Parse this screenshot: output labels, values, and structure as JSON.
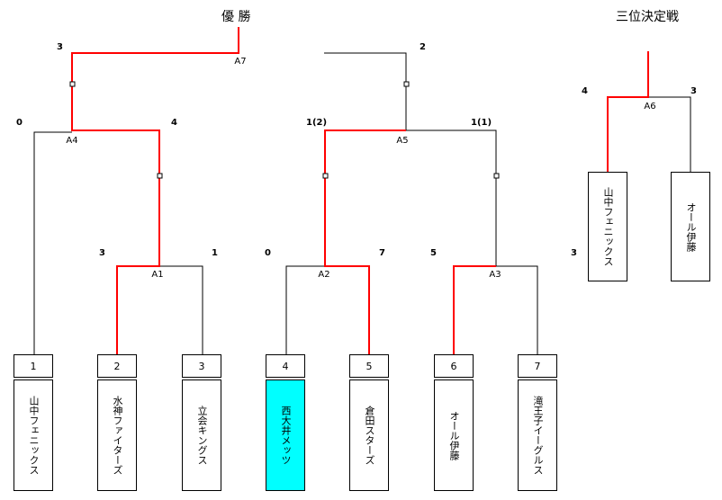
{
  "titles": {
    "main": "優 勝",
    "third": "三位決定戦"
  },
  "colors": {
    "winner_line": "#ff0000",
    "highlight": "#00ffff"
  },
  "teams": [
    {
      "num": "1",
      "name": "山中フェニックス",
      "highlight": false
    },
    {
      "num": "2",
      "name": "水神ファイターズ",
      "highlight": false
    },
    {
      "num": "3",
      "name": "立会キングス",
      "highlight": false
    },
    {
      "num": "4",
      "name": "西大井メッツ",
      "highlight": true
    },
    {
      "num": "5",
      "name": "倉田スターズ",
      "highlight": false
    },
    {
      "num": "6",
      "name": "オール伊藤",
      "highlight": false
    },
    {
      "num": "7",
      "name": "滝王子イーグルス",
      "highlight": false
    }
  ],
  "matches": {
    "A1": {
      "label": "A1",
      "left": "3",
      "right": "1"
    },
    "A2": {
      "label": "A2",
      "left": "0",
      "right": "7"
    },
    "A3": {
      "label": "A3",
      "left": "5",
      "right": "3"
    },
    "A4": {
      "label": "A4",
      "left": "0",
      "right": "4"
    },
    "A5": {
      "label": "A5",
      "left": "1(2)",
      "right": "1(1)"
    },
    "A6": {
      "label": "A6",
      "left": "4",
      "right": "3"
    },
    "A7": {
      "label": "A7",
      "left": "3",
      "right": "2"
    }
  },
  "third_place": [
    {
      "name": "山中フェニックス"
    },
    {
      "name": "オール伊藤"
    }
  ]
}
